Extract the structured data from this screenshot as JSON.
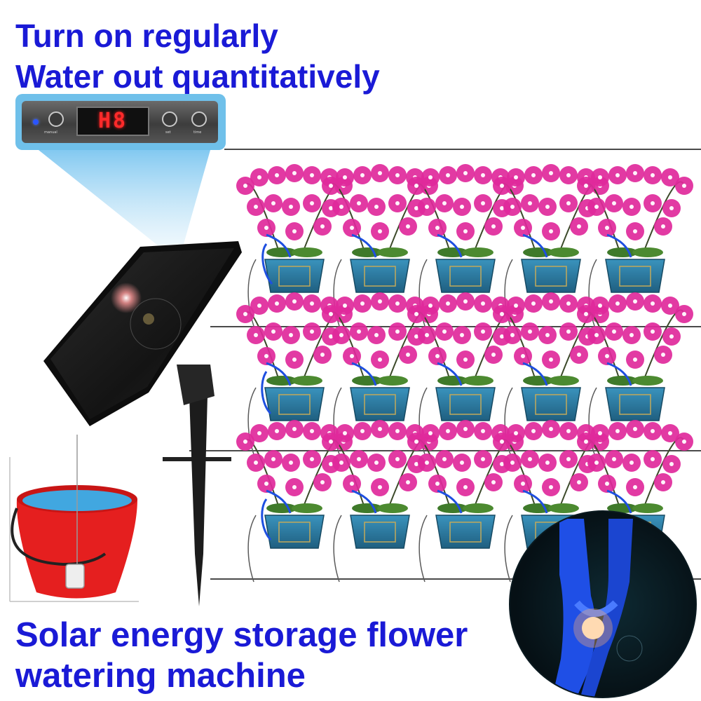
{
  "headline": {
    "line1": "Turn on regularly",
    "line2": "Water out quantitatively"
  },
  "controller": {
    "display_text": "H8",
    "left_button_caption": "manual",
    "middle_button_caption": "set",
    "right_button_caption": "time"
  },
  "footer": {
    "line1": "Solar energy storage flower",
    "line2": "watering machine"
  },
  "colors": {
    "headline": "#1a1ad6",
    "flower": "#e0299b",
    "pot": "#2e7fa5",
    "tube": "#1e4fe0",
    "bucket": "#e51f1f",
    "panel": "#1b1b1b"
  },
  "grid": {
    "rows": 3,
    "columns": 5
  }
}
